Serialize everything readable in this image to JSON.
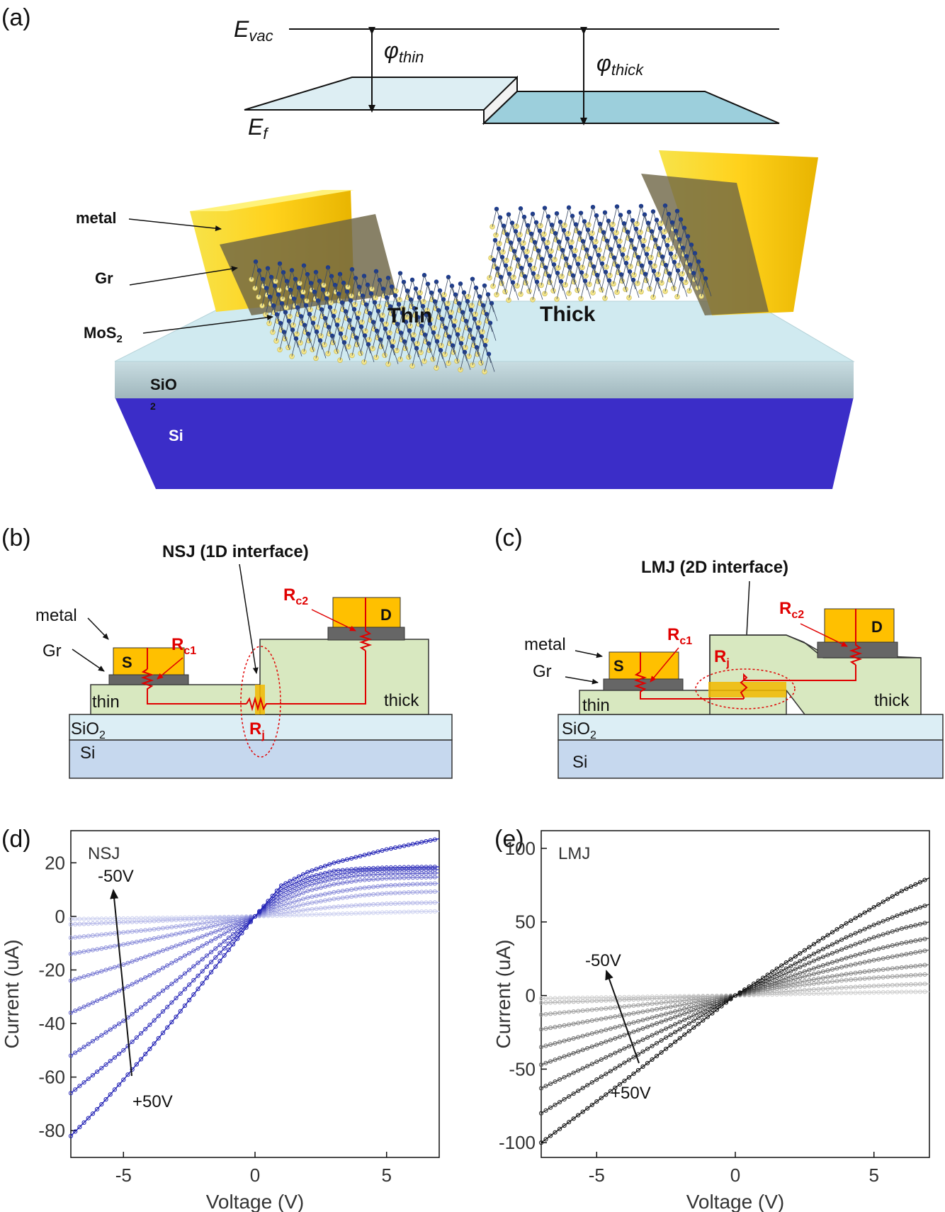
{
  "panels": {
    "a": "(a)",
    "b": "(b)",
    "c": "(c)",
    "d": "(d)",
    "e": "(e)"
  },
  "band": {
    "evac": "E",
    "evac_sub": "vac",
    "ef": "E",
    "ef_sub": "f",
    "phi_thin": "φ",
    "phi_thin_sub": "thin",
    "phi_thick": "φ",
    "phi_thick_sub": "thick"
  },
  "device3d": {
    "metal": "metal",
    "gr": "Gr",
    "mos2": "MoS",
    "mos2_sub": "2",
    "thin": "Thin",
    "thick": "Thick",
    "sio2": "SiO",
    "sio2_sub": "2",
    "si": "Si"
  },
  "nsj": {
    "title": "NSJ (1D interface)",
    "metal": "metal",
    "gr": "Gr",
    "s": "S",
    "d": "D",
    "rc1": "R",
    "rc1_sub": "c1",
    "rc2": "R",
    "rc2_sub": "c2",
    "rj": "R",
    "rj_sub": "j",
    "thin": "thin",
    "thick": "thick",
    "sio2": "SiO",
    "sio2_sub": "2",
    "si": "Si"
  },
  "lmj": {
    "title": "LMJ (2D interface)",
    "metal": "metal",
    "gr": "Gr",
    "s": "S",
    "d": "D",
    "rc1": "R",
    "rc1_sub": "c1",
    "rc2": "R",
    "rc2_sub": "c2",
    "rj": "R",
    "rj_sub": "j",
    "thin": "thin",
    "thick": "thick",
    "sio2": "SiO",
    "sio2_sub": "2",
    "si": "Si"
  },
  "colors": {
    "metal": "#FFC000",
    "graphene": "#666666",
    "mos2": "#D8E8C0",
    "sio2": "#DCEEF5",
    "si": "#C6D8EE",
    "resistor": "#E00000",
    "si_3d": "#3B2DC8",
    "nsj_series": "#1F1FB4",
    "lmj_series": "#111111"
  },
  "chart_data": [
    {
      "type": "line",
      "panel": "d",
      "legend_text": "NSJ",
      "arrow_top_label": "-50V",
      "arrow_bottom_label": "+50V",
      "xlabel": "Voltage (V)",
      "ylabel": "Current (uA)",
      "xlim": [
        -7,
        7
      ],
      "ylim": [
        -90,
        32
      ],
      "xticks": [
        -5,
        0,
        5
      ],
      "yticks": [
        20,
        0,
        -20,
        -40,
        -60,
        -80
      ],
      "x": [
        -7,
        -6,
        -5,
        -4,
        -3,
        -2,
        -1,
        0,
        1,
        2,
        3,
        4,
        5,
        6,
        7
      ],
      "series": [
        {
          "values": [
            -1,
            -0.9,
            -0.8,
            -0.6,
            -0.5,
            -0.3,
            -0.2,
            0,
            0.3,
            0.6,
            0.9,
            1.2,
            1.5,
            1.7,
            1.9
          ]
        },
        {
          "values": [
            -3,
            -2.6,
            -2.2,
            -1.8,
            -1.3,
            -0.9,
            -0.4,
            0,
            1.2,
            2.5,
            3.5,
            4.2,
            4.7,
            5.0,
            5.2
          ]
        },
        {
          "values": [
            -8,
            -7,
            -6,
            -5,
            -3.8,
            -2.6,
            -1.3,
            0,
            2.5,
            4.8,
            6.5,
            7.8,
            8.6,
            9.0,
            9.3
          ]
        },
        {
          "values": [
            -14,
            -12.3,
            -10.5,
            -8.6,
            -6.6,
            -4.5,
            -2.3,
            0,
            4,
            7,
            9,
            10.5,
            11.5,
            12,
            12.3
          ]
        },
        {
          "values": [
            -24,
            -21,
            -18,
            -14.5,
            -11,
            -7.5,
            -3.8,
            0,
            5.5,
            9.5,
            12,
            13.5,
            14.2,
            14.5,
            14.7
          ]
        },
        {
          "values": [
            -36,
            -31.5,
            -27,
            -22,
            -16.5,
            -11,
            -5.5,
            0,
            7,
            11.5,
            14,
            15.3,
            15.8,
            16,
            16.2
          ]
        },
        {
          "values": [
            -52,
            -45.5,
            -39,
            -31.5,
            -24,
            -16,
            -8,
            0,
            8.5,
            13,
            15.5,
            16.8,
            17.2,
            17.4,
            17.5
          ]
        },
        {
          "values": [
            -66,
            -58,
            -50,
            -40.5,
            -30.5,
            -20.5,
            -10.2,
            0,
            10,
            14.5,
            17,
            17.8,
            18.2,
            18.4,
            18.5
          ]
        },
        {
          "values": [
            -82,
            -72,
            -61,
            -49.5,
            -37.5,
            -25,
            -12.5,
            0,
            11.5,
            16.5,
            20,
            22.5,
            25,
            27,
            29
          ]
        }
      ]
    },
    {
      "type": "line",
      "panel": "e",
      "legend_text": "LMJ",
      "arrow_top_label": "-50V",
      "arrow_bottom_label": "+50V",
      "xlabel": "Voltage (V)",
      "ylabel": "Current (uA)",
      "xlim": [
        -7,
        7
      ],
      "ylim": [
        -110,
        112
      ],
      "xticks": [
        -5,
        0,
        5
      ],
      "yticks": [
        100,
        50,
        0,
        -50,
        -100
      ],
      "x": [
        -7,
        -6,
        -5,
        -4,
        -3,
        -2,
        -1,
        0,
        1,
        2,
        3,
        4,
        5,
        6,
        7
      ],
      "series": [
        {
          "values": [
            -2,
            -1.7,
            -1.4,
            -1.1,
            -0.8,
            -0.5,
            -0.3,
            0,
            0.5,
            1,
            1.4,
            1.8,
            2.1,
            2.4,
            2.6
          ]
        },
        {
          "values": [
            -5,
            -4.3,
            -3.6,
            -2.9,
            -2.2,
            -1.4,
            -0.7,
            0,
            1.5,
            3,
            4.3,
            5.5,
            6.5,
            7.3,
            8
          ]
        },
        {
          "values": [
            -13,
            -11.2,
            -9.4,
            -7.5,
            -5.6,
            -3.7,
            -1.9,
            0,
            3,
            6,
            8.5,
            10.5,
            12,
            13.3,
            14.5
          ]
        },
        {
          "values": [
            -23,
            -19.8,
            -16.5,
            -13.2,
            -9.9,
            -6.6,
            -3.3,
            0,
            4,
            8,
            11.5,
            14.5,
            17,
            19,
            21
          ]
        },
        {
          "values": [
            -35,
            -30,
            -25,
            -20,
            -15,
            -10,
            -5,
            0,
            5,
            10.5,
            15.5,
            20,
            24,
            27.5,
            31
          ]
        },
        {
          "values": [
            -47,
            -40.3,
            -33.6,
            -26.9,
            -20.1,
            -13.4,
            -6.7,
            0,
            6.2,
            13,
            19.5,
            25.5,
            31,
            35.5,
            39
          ]
        },
        {
          "values": [
            -63,
            -54,
            -45,
            -36,
            -27,
            -18,
            -9,
            0,
            8,
            16.5,
            25,
            32.5,
            39.5,
            45.5,
            50
          ]
        },
        {
          "values": [
            -80,
            -68.6,
            -57.1,
            -45.7,
            -34.3,
            -22.9,
            -11.4,
            0,
            9.8,
            20,
            30,
            39.5,
            48,
            55.5,
            62
          ]
        },
        {
          "values": [
            -100,
            -86,
            -72,
            -58,
            -43.5,
            -29,
            -14.5,
            0,
            12,
            24.5,
            37,
            49,
            60,
            71,
            80
          ]
        }
      ]
    }
  ]
}
